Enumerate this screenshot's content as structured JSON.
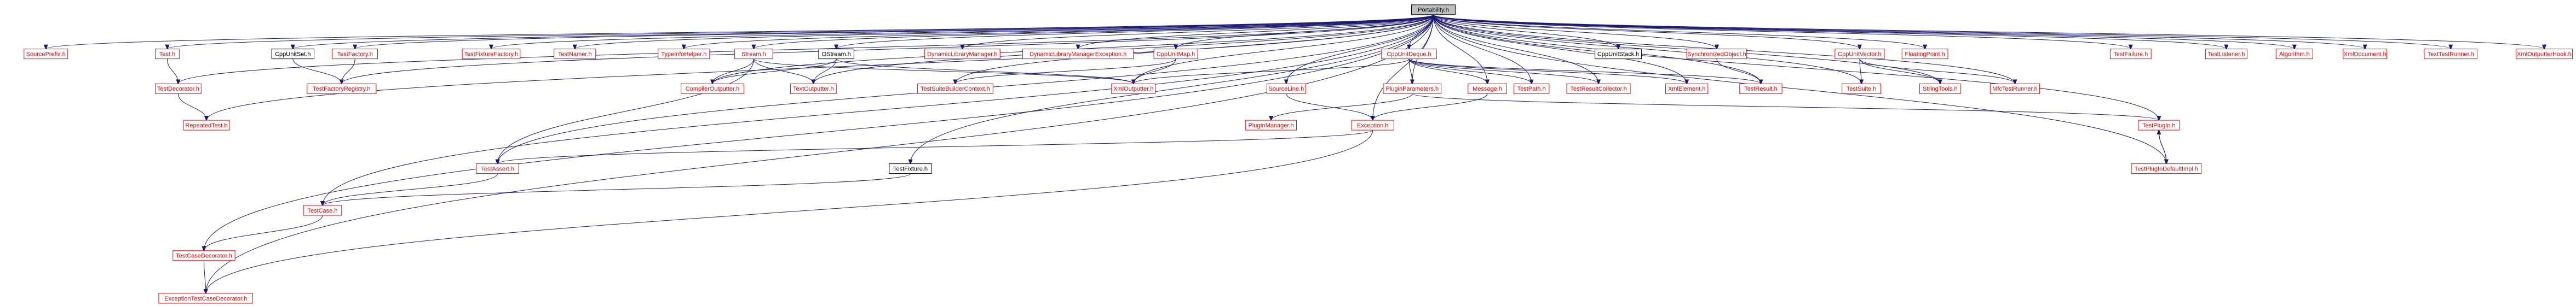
{
  "root": "Portability.h",
  "colors": {
    "root_fill": "#bfbfbf",
    "root_stroke": "#000000",
    "link_text": "#ff0000",
    "link_stroke": "#ff0000",
    "plain_text": "#000000",
    "plain_stroke": "#000000",
    "edge": "#191970"
  },
  "nodes": [
    {
      "id": "portability",
      "label": "Portability.h",
      "style": "root"
    },
    {
      "id": "sourceprefix",
      "label": "SourcePrefix.h",
      "style": "link"
    },
    {
      "id": "test",
      "label": "Test.h",
      "style": "link"
    },
    {
      "id": "cppunitset",
      "label": "CppUnitSet.h",
      "style": "plain"
    },
    {
      "id": "testfactory",
      "label": "TestFactory.h",
      "style": "link"
    },
    {
      "id": "testfixturefactory",
      "label": "TestFixtureFactory.h",
      "style": "link"
    },
    {
      "id": "testnamer",
      "label": "TestNamer.h",
      "style": "link"
    },
    {
      "id": "typeinfohelper",
      "label": "TypeInfoHelper.h",
      "style": "link"
    },
    {
      "id": "stream",
      "label": "Stream.h",
      "style": "link"
    },
    {
      "id": "ostream",
      "label": "OStream.h",
      "style": "plain"
    },
    {
      "id": "dlmanager",
      "label": "DynamicLibraryManager.h",
      "style": "link"
    },
    {
      "id": "dlmexception",
      "label": "DynamicLibraryManagerException.h",
      "style": "link"
    },
    {
      "id": "cppunitmap",
      "label": "CppUnitMap.h",
      "style": "link"
    },
    {
      "id": "cppunitdeque",
      "label": "CppUnitDeque.h",
      "style": "link"
    },
    {
      "id": "cppunitstack",
      "label": "CppUnitStack.h",
      "style": "plain"
    },
    {
      "id": "syncobject",
      "label": "SynchronizedObject.h",
      "style": "link"
    },
    {
      "id": "cppunitvector",
      "label": "CppUnitVector.h",
      "style": "link"
    },
    {
      "id": "floatingpoint",
      "label": "FloatingPoint.h",
      "style": "link"
    },
    {
      "id": "testfailure",
      "label": "TestFailure.h",
      "style": "link"
    },
    {
      "id": "testlistener",
      "label": "TestListener.h",
      "style": "link"
    },
    {
      "id": "algorithm",
      "label": "Algorithm.h",
      "style": "link"
    },
    {
      "id": "xmldocument",
      "label": "XmlDocument.h",
      "style": "link"
    },
    {
      "id": "texttestrunner",
      "label": "TextTestRunner.h",
      "style": "link"
    },
    {
      "id": "xmloutputterhook",
      "label": "XmlOutputterHook.h",
      "style": "link"
    },
    {
      "id": "testdecorator",
      "label": "TestDecorator.h",
      "style": "link"
    },
    {
      "id": "testfactoryregistry",
      "label": "TestFactoryRegistry.h",
      "style": "link"
    },
    {
      "id": "compileroutputter",
      "label": "CompilerOutputter.h",
      "style": "link"
    },
    {
      "id": "textoutputter",
      "label": "TextOutputter.h",
      "style": "link"
    },
    {
      "id": "testsuitebuildercontext",
      "label": "TestSuiteBuilderContext.h",
      "style": "link"
    },
    {
      "id": "xmloutputter",
      "label": "XmlOutputter.h",
      "style": "link"
    },
    {
      "id": "sourceline",
      "label": "SourceLine.h",
      "style": "link"
    },
    {
      "id": "pluginparameters",
      "label": "PluginParameters.h",
      "style": "link"
    },
    {
      "id": "message",
      "label": "Message.h",
      "style": "link"
    },
    {
      "id": "testpath",
      "label": "TestPath.h",
      "style": "link"
    },
    {
      "id": "testresultcollector",
      "label": "TestResultCollector.h",
      "style": "link"
    },
    {
      "id": "xmlelement",
      "label": "XmlElement.h",
      "style": "link"
    },
    {
      "id": "testresult",
      "label": "TestResult.h",
      "style": "link"
    },
    {
      "id": "testsuite",
      "label": "TestSuite.h",
      "style": "link"
    },
    {
      "id": "stringtools",
      "label": "StringTools.h",
      "style": "link"
    },
    {
      "id": "mfctestrunner",
      "label": "MfcTestRunner.h",
      "style": "link"
    },
    {
      "id": "repeatedtest",
      "label": "RepeatedTest.h",
      "style": "link"
    },
    {
      "id": "pluginmanager",
      "label": "PlugInManager.h",
      "style": "link"
    },
    {
      "id": "exception",
      "label": "Exception.h",
      "style": "link"
    },
    {
      "id": "testplugin",
      "label": "TestPlugIn.h",
      "style": "link"
    },
    {
      "id": "testassert",
      "label": "TestAssert.h",
      "style": "link"
    },
    {
      "id": "testfixture",
      "label": "TestFixture.h",
      "style": "plain"
    },
    {
      "id": "testplugindefaultimpl",
      "label": "TestPlugInDefaultImpl.h",
      "style": "link"
    },
    {
      "id": "testcase",
      "label": "TestCase.h",
      "style": "link"
    },
    {
      "id": "testcasedecorator",
      "label": "TestCaseDecorator.h",
      "style": "link"
    },
    {
      "id": "exceptiontestcasedecorator",
      "label": "ExceptionTestCaseDecorator.h",
      "style": "link"
    }
  ],
  "edges": [
    [
      "portability",
      "sourceprefix"
    ],
    [
      "portability",
      "test"
    ],
    [
      "portability",
      "cppunitset"
    ],
    [
      "portability",
      "testfactory"
    ],
    [
      "portability",
      "testfixturefactory"
    ],
    [
      "portability",
      "testnamer"
    ],
    [
      "portability",
      "typeinfohelper"
    ],
    [
      "portability",
      "stream"
    ],
    [
      "portability",
      "ostream"
    ],
    [
      "portability",
      "dlmanager"
    ],
    [
      "portability",
      "dlmexception"
    ],
    [
      "portability",
      "cppunitmap"
    ],
    [
      "portability",
      "cppunitdeque"
    ],
    [
      "portability",
      "cppunitstack"
    ],
    [
      "portability",
      "syncobject"
    ],
    [
      "portability",
      "cppunitvector"
    ],
    [
      "portability",
      "floatingpoint"
    ],
    [
      "portability",
      "testfailure"
    ],
    [
      "portability",
      "testlistener"
    ],
    [
      "portability",
      "algorithm"
    ],
    [
      "portability",
      "xmldocument"
    ],
    [
      "portability",
      "texttestrunner"
    ],
    [
      "portability",
      "xmloutputterhook"
    ],
    [
      "portability",
      "testdecorator"
    ],
    [
      "portability",
      "testfactoryregistry"
    ],
    [
      "portability",
      "compileroutputter"
    ],
    [
      "portability",
      "textoutputter"
    ],
    [
      "portability",
      "testsuitebuildercontext"
    ],
    [
      "portability",
      "xmloutputter"
    ],
    [
      "portability",
      "sourceline"
    ],
    [
      "portability",
      "pluginparameters"
    ],
    [
      "portability",
      "message"
    ],
    [
      "portability",
      "testpath"
    ],
    [
      "portability",
      "testresultcollector"
    ],
    [
      "portability",
      "xmlelement"
    ],
    [
      "portability",
      "testresult"
    ],
    [
      "portability",
      "testsuite"
    ],
    [
      "portability",
      "stringtools"
    ],
    [
      "portability",
      "mfctestrunner"
    ],
    [
      "portability",
      "repeatedtest"
    ],
    [
      "portability",
      "exception"
    ],
    [
      "portability",
      "testplugin"
    ],
    [
      "portability",
      "testassert"
    ],
    [
      "portability",
      "testfixture"
    ],
    [
      "portability",
      "testplugindefaultimpl"
    ],
    [
      "portability",
      "testcase"
    ],
    [
      "portability",
      "testcasedecorator"
    ],
    [
      "portability",
      "exceptiontestcasedecorator"
    ],
    [
      "test",
      "testdecorator"
    ],
    [
      "testdecorator",
      "repeatedtest"
    ],
    [
      "cppunitset",
      "testfactoryregistry"
    ],
    [
      "testfactory",
      "testfactoryregistry"
    ],
    [
      "stream",
      "compileroutputter"
    ],
    [
      "stream",
      "textoutputter"
    ],
    [
      "stream",
      "xmloutputter"
    ],
    [
      "stream",
      "testassert"
    ],
    [
      "ostream",
      "compileroutputter"
    ],
    [
      "ostream",
      "textoutputter"
    ],
    [
      "ostream",
      "xmloutputter"
    ],
    [
      "cppunitmap",
      "testsuitebuildercontext"
    ],
    [
      "cppunitmap",
      "xmloutputter"
    ],
    [
      "cppunitdeque",
      "xmloutputter"
    ],
    [
      "cppunitdeque",
      "pluginparameters"
    ],
    [
      "cppunitdeque",
      "message"
    ],
    [
      "cppunitdeque",
      "testpath"
    ],
    [
      "cppunitdeque",
      "testresultcollector"
    ],
    [
      "cppunitdeque",
      "xmlelement"
    ],
    [
      "cppunitdeque",
      "testresult"
    ],
    [
      "syncobject",
      "testresult"
    ],
    [
      "cppunitvector",
      "testsuite"
    ],
    [
      "cppunitvector",
      "stringtools"
    ],
    [
      "cppunitvector",
      "mfctestrunner"
    ],
    [
      "sourceline",
      "exception"
    ],
    [
      "pluginparameters",
      "pluginmanager"
    ],
    [
      "pluginparameters",
      "testplugin"
    ],
    [
      "message",
      "exception"
    ],
    [
      "exception",
      "testassert"
    ],
    [
      "exception",
      "exceptiontestcasedecorator"
    ],
    [
      "testplugin",
      "testplugindefaultimpl"
    ],
    [
      "testplugindefaultimpl",
      "testplugin"
    ],
    [
      "testassert",
      "testcase"
    ],
    [
      "testfixture",
      "testcase"
    ],
    [
      "testcase",
      "testcasedecorator"
    ],
    [
      "testcasedecorator",
      "exceptiontestcasedecorator"
    ]
  ]
}
